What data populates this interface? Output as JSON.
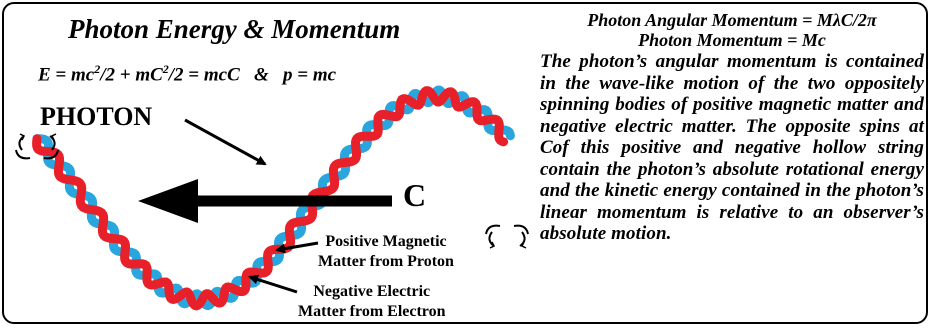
{
  "left_panel": {
    "title": "Photon Energy & Momentum",
    "equation": {
      "part1": "E = mc",
      "exp1": "2",
      "part2": "/2 + mC",
      "exp2": "2",
      "part3": "/2 = mcC   &   p = mc"
    },
    "photon_label": "PHOTON",
    "c_label": "C",
    "positive_matter": [
      "Positive Magnetic",
      "Matter from Proton"
    ],
    "negative_matter": [
      "Negative Electric",
      "Matter from Electron"
    ]
  },
  "right_panel": {
    "angular_momentum_line": "Photon Angular Momentum = MλC/2π",
    "momentum_line": "Photon Momentum = Mc",
    "description": "The photon’s angular momentum is contained in the wave-like motion of the two oppositely spinning bodies of positive magnetic matter and negative electric matter. The opposite spins at Cof this positive and negative hollow string contain the photon’s absolute rotational energy and the kinetic energy contained in the photon’s linear momentum is relative to an observer’s absolute motion."
  },
  "colors": {
    "positive_strand": "#e8202a",
    "negative_strand": "#2aa6df",
    "ink": "#000000",
    "background": "#ffffff"
  }
}
